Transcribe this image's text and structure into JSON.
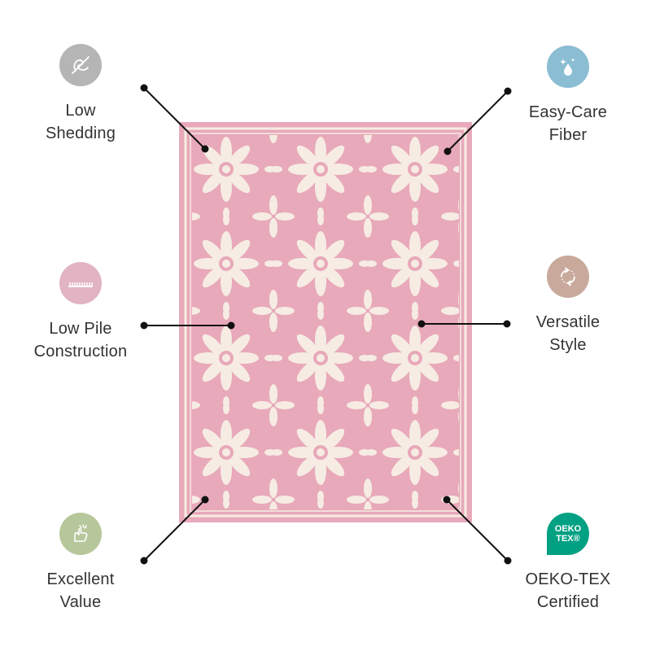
{
  "colors": {
    "rug_pink": "#e8a9ba",
    "rug_cream": "#f6ece3",
    "icon_gray": "#b5b5b5",
    "icon_blue": "#8bbdd3",
    "icon_pink": "#e1b3c3",
    "icon_taupe": "#c9a99c",
    "icon_green": "#b7c79c",
    "icon_oeko": "#00a082",
    "text": "#333333"
  },
  "features": [
    {
      "id": "low_shedding",
      "icon": "no-shedding-icon",
      "line1": "Low",
      "line2": "Shedding"
    },
    {
      "id": "easy_care",
      "icon": "water-drop-sparkle-icon",
      "line1": "Easy-Care",
      "line2": "Fiber"
    },
    {
      "id": "low_pile",
      "icon": "pile-texture-icon",
      "line1": "Low Pile",
      "line2": "Construction"
    },
    {
      "id": "versatile",
      "icon": "rotate-arrows-icon",
      "line1": "Versatile",
      "line2": "Style"
    },
    {
      "id": "value",
      "icon": "hand-value-icon",
      "line1": "Excellent",
      "line2": "Value"
    },
    {
      "id": "oeko",
      "icon": "oeko-tex-badge-icon",
      "line1": "OEKO-TEX",
      "line2": "Certified",
      "badge_line1": "OEKO",
      "badge_line2": "TEX®"
    }
  ]
}
